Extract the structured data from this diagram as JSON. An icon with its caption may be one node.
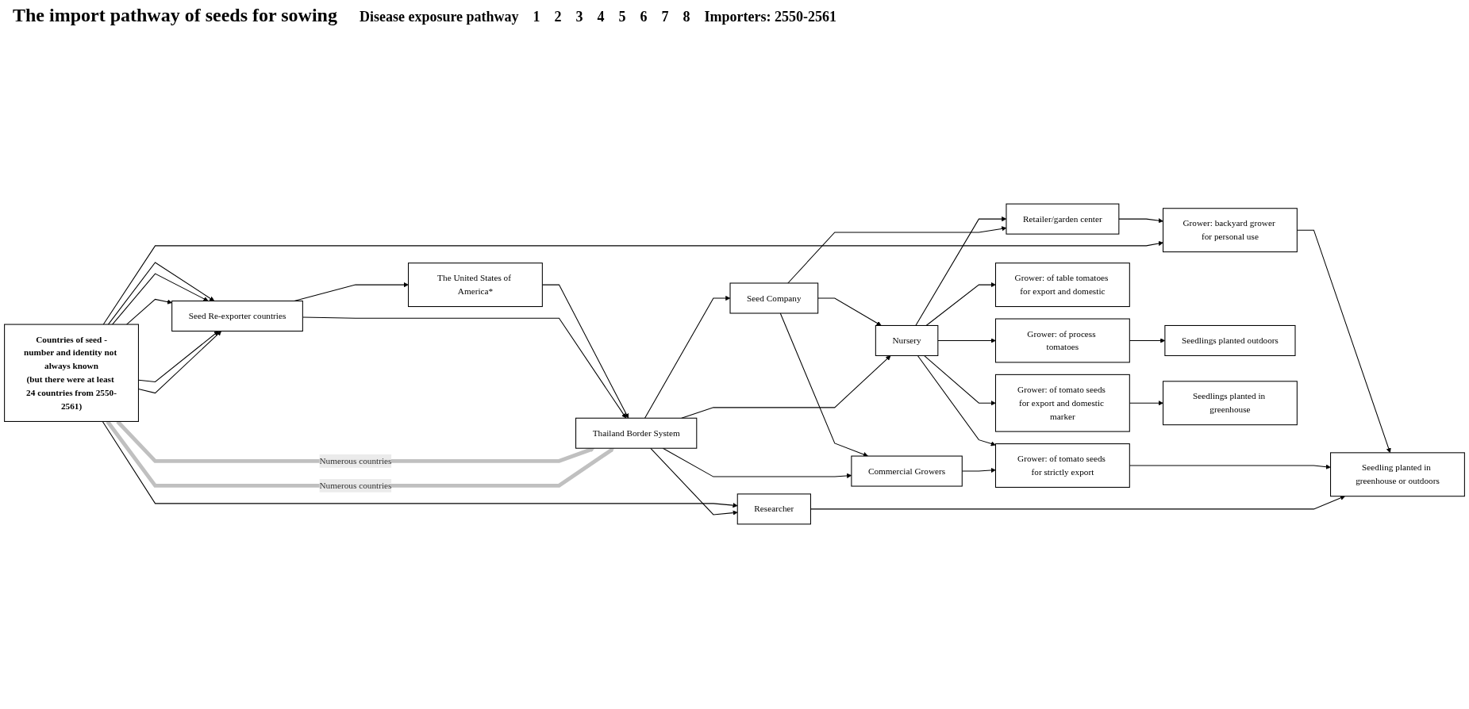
{
  "diagram": {
    "title": "The import pathway of seeds for sowing",
    "nodes": [
      {
        "text": [
          "Countries of seed -number and identity not always known",
          "(but there were at least 24 countries from 2550-2561)"
        ]
      },
      {
        "text": [
          "Seed Re-exporter countries"
        ]
      },
      {
        "text": [
          "The United States of America*"
        ]
      },
      {
        "text": [
          "Thailand Border System"
        ]
      },
      {
        "text": [
          "Seed Company"
        ]
      },
      {
        "text": [
          "Commercial Growers"
        ]
      },
      {
        "text": [
          "Researcher"
        ]
      },
      {
        "text": [
          "Nursery"
        ]
      },
      {
        "text": [
          "Retailer/garden center"
        ]
      },
      {
        "text": [
          "Grower: of process tomatoes"
        ]
      },
      {
        "text": [
          "Grower: of table tomatoes for export and domestic"
        ]
      },
      {
        "text": [
          "Grower: of tomato seeds for export and domestic marker"
        ]
      },
      {
        "text": [
          "Grower: of tomato seeds for strictly export"
        ]
      },
      {
        "text": [
          "Grower: backyard grower for personal use"
        ]
      },
      {
        "text": [
          "Seedlings planted outdoors"
        ]
      },
      {
        "text": [
          "Seedlings planted in greenhouse"
        ]
      },
      {
        "text": [
          "Seedling planted in greenhouse or outdoors"
        ]
      }
    ],
    "edges": [
      {
        "from": 0,
        "to": 1,
        "arrow": "to"
      },
      {
        "from": 0,
        "to": 1,
        "arrow": "to"
      },
      {
        "from": 0,
        "to": 1,
        "arrow": "to"
      },
      {
        "from": 0,
        "to": 1,
        "arrow": "to"
      },
      {
        "from": 0,
        "to": 1,
        "arrow": "to"
      },
      {
        "from": 0,
        "to": 3,
        "arrow": "to",
        "label": "Numerous countries",
        "style": "thick",
        "color": "#c0c0c0"
      },
      {
        "from": 0,
        "to": 3,
        "arrow": "to",
        "label": "Numerous countries",
        "style": "thick",
        "color": "#c0c0c0"
      },
      {
        "from": 1,
        "to": 3,
        "arrow": "to"
      },
      {
        "from": 1,
        "to": 2,
        "arrow": "to"
      },
      {
        "from": 2,
        "to": 3,
        "arrow": "to"
      },
      {
        "from": 3,
        "to": 7,
        "arrow": "to"
      },
      {
        "from": 3,
        "to": 4,
        "arrow": "to"
      },
      {
        "from": 3,
        "to": 5,
        "arrow": "to"
      },
      {
        "from": 3,
        "to": 6,
        "arrow": "to"
      },
      {
        "from": 0,
        "to": 6,
        "arrow": "to"
      },
      {
        "from": 0,
        "to": 13,
        "arrow": "to"
      },
      {
        "from": 6,
        "to": 16,
        "arrow": "to"
      },
      {
        "from": 4,
        "to": 7,
        "arrow": "to"
      },
      {
        "from": 4,
        "to": 5,
        "arrow": "to"
      },
      {
        "from": 4,
        "to": 8,
        "arrow": "to"
      },
      {
        "from": 5,
        "to": 12,
        "arrow": "to"
      },
      {
        "from": 7,
        "to": 8,
        "arrow": "to"
      },
      {
        "from": 7,
        "to": 9,
        "arrow": "to"
      },
      {
        "from": 7,
        "to": 10,
        "arrow": "to"
      },
      {
        "from": 7,
        "to": 11,
        "arrow": "to"
      },
      {
        "from": 7,
        "to": 12,
        "arrow": "to"
      },
      {
        "from": 8,
        "to": 13,
        "arrow": "to"
      },
      {
        "from": 9,
        "to": 14,
        "arrow": "to"
      },
      {
        "from": 11,
        "to": 15,
        "arrow": "to"
      },
      {
        "from": 12,
        "to": 16,
        "arrow": "to"
      },
      {
        "from": 13,
        "to": 16,
        "arrow": "to"
      }
    ],
    "labels": [
      "Disease exposure pathway",
      "1",
      "2",
      "3",
      "4",
      "5",
      "6",
      "7",
      "8",
      "Importers: 2550-2561"
    ]
  }
}
